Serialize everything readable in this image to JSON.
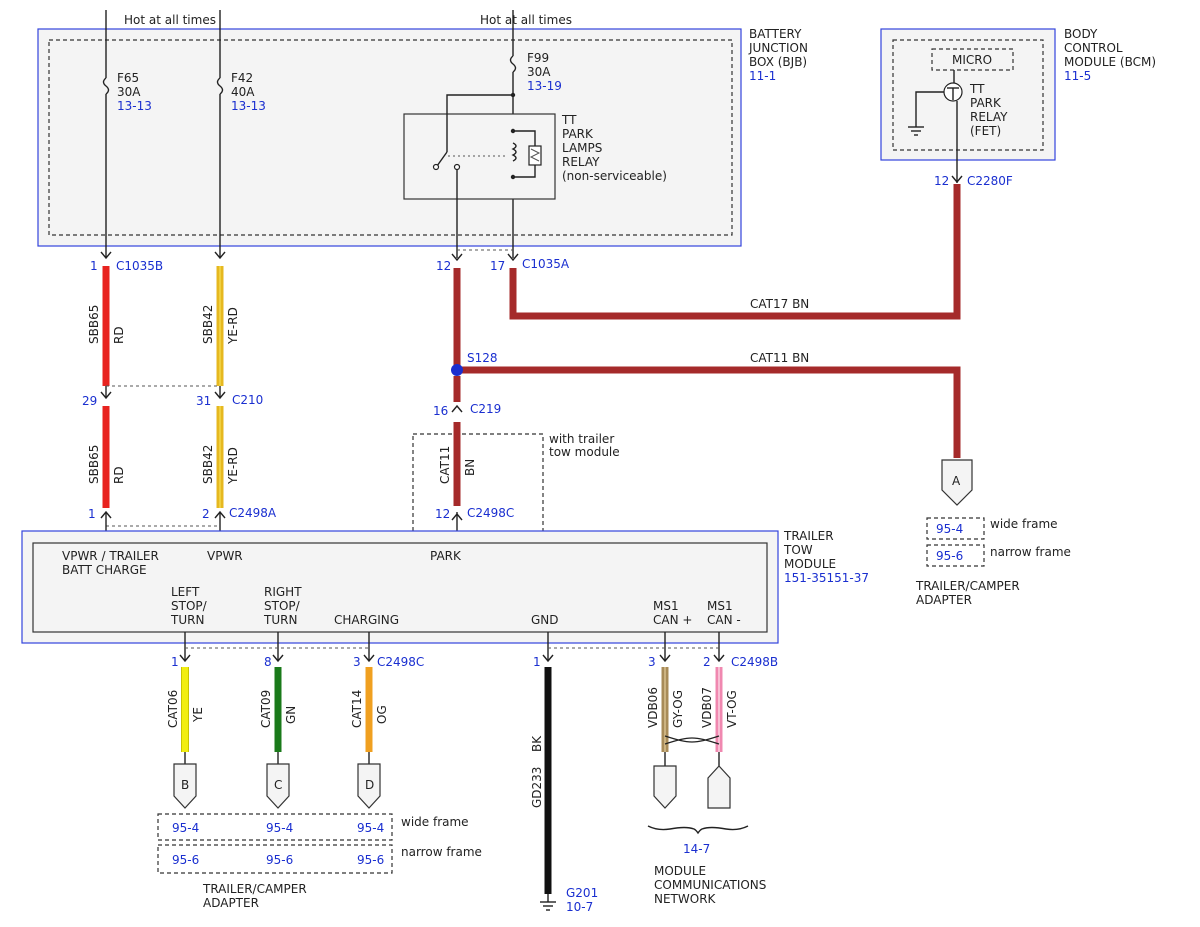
{
  "hot1": "Hot at all times",
  "hot2": "Hot at all times",
  "bjb": {
    "l1": "BATTERY",
    "l2": "JUNCTION",
    "l3": "BOX (BJB)",
    "ref": "11-1"
  },
  "bcm": {
    "l1": "BODY",
    "l2": "CONTROL",
    "l3": "MODULE (BCM)",
    "ref": "11-5",
    "micro": "MICRO",
    "r1": "TT",
    "r2": "PARK",
    "r3": "RELAY",
    "r4": "(FET)",
    "pin": "12",
    "conn": "C2280F"
  },
  "f65": {
    "name": "F65",
    "amp": "30A",
    "ref": "13-13"
  },
  "f42": {
    "name": "F42",
    "amp": "40A",
    "ref": "13-13"
  },
  "f99": {
    "name": "F99",
    "amp": "30A",
    "ref": "13-19"
  },
  "relay": {
    "l1": "TT",
    "l2": "PARK",
    "l3": "LAMPS",
    "l4": "RELAY",
    "l5": "(non-serviceable)"
  },
  "c1035b": {
    "pin": "1",
    "conn": "C1035B"
  },
  "c1035a": {
    "pin12": "12",
    "pin17": "17",
    "conn": "C1035A"
  },
  "w_sbb65": {
    "circuit": "SBB65",
    "color": "RD"
  },
  "w_sbb65b": {
    "circuit": "SBB65",
    "color": "RD"
  },
  "w_sbb42": {
    "circuit": "SBB42",
    "color": "YE-RD"
  },
  "w_sbb42b": {
    "circuit": "SBB42",
    "color": "YE-RD"
  },
  "c210": {
    "pin29": "29",
    "pin31": "31",
    "conn": "C210"
  },
  "cat17": "CAT17  BN",
  "cat11": "CAT11  BN",
  "s128": "S128",
  "c219": {
    "pin": "16",
    "conn": "C219"
  },
  "w_cat11": {
    "circuit": "CAT11",
    "color": "BN"
  },
  "towmod_note": {
    "l1": "with trailer",
    "l2": "tow module"
  },
  "c2498a": {
    "pin1": "1",
    "pin2": "2",
    "conn": "C2498A"
  },
  "c2498c_top": {
    "pin": "12",
    "conn": "C2498C"
  },
  "ttm": {
    "l1": "TRAILER",
    "l2": "TOW",
    "l3": "MODULE",
    "ref": "151-35151-37",
    "vpwr1": "VPWR / TRAILER",
    "vpwr2": "BATT CHARGE",
    "vpwr": "VPWR",
    "park": "PARK",
    "left1": "LEFT",
    "left2": "STOP/",
    "left3": "TURN",
    "right1": "RIGHT",
    "right2": "STOP/",
    "right3": "TURN",
    "charging": "CHARGING",
    "gnd": "GND",
    "ms1a": "MS1",
    "ms1b": "CAN +",
    "ms2a": "MS1",
    "ms2b": "CAN -"
  },
  "bottom_pins": {
    "p1": "1",
    "p8": "8",
    "p3": "3",
    "conn1": "C2498C",
    "g1": "1",
    "m3": "3",
    "m2": "2",
    "conn2": "C2498B"
  },
  "w_cat06": {
    "circuit": "CAT06",
    "color": "YE"
  },
  "w_cat09": {
    "circuit": "CAT09",
    "color": "GN"
  },
  "w_cat14": {
    "circuit": "CAT14",
    "color": "OG"
  },
  "w_gd233": {
    "circuit": "GD233",
    "color": "BK"
  },
  "w_vdb06": {
    "circuit": "VDB06",
    "color": "GY-OG"
  },
  "w_vdb07": {
    "circuit": "VDB07",
    "color": "VT-OG"
  },
  "conn_letters": {
    "a": "A",
    "b": "B",
    "c": "C",
    "d": "D"
  },
  "adapter_right": {
    "r1": "95-4",
    "r2": "95-6",
    "wide": "wide frame",
    "narrow": "narrow frame",
    "l1": "TRAILER/CAMPER",
    "l2": "ADAPTER"
  },
  "adapter_bottom": {
    "w1": "95-4",
    "w2": "95-4",
    "w3": "95-4",
    "n1": "95-6",
    "n2": "95-6",
    "n3": "95-6",
    "wide": "wide frame",
    "narrow": "narrow frame",
    "l1": "TRAILER/CAMPER",
    "l2": "ADAPTER"
  },
  "g201": {
    "name": "G201",
    "ref": "10-7"
  },
  "mcn": {
    "ref": "14-7",
    "l1": "MODULE",
    "l2": "COMMUNICATIONS",
    "l3": "NETWORK"
  },
  "colors": {
    "red": "#e8231f",
    "yellow_red": "#e6b820",
    "brown": "#a52a2a",
    "yellow": "#f2ee10",
    "green": "#1a7a1a",
    "orange": "#f0a020",
    "black": "#111111",
    "tan": "#a88b58",
    "pink": "#f088b0",
    "blue": "#1a2fd0"
  }
}
